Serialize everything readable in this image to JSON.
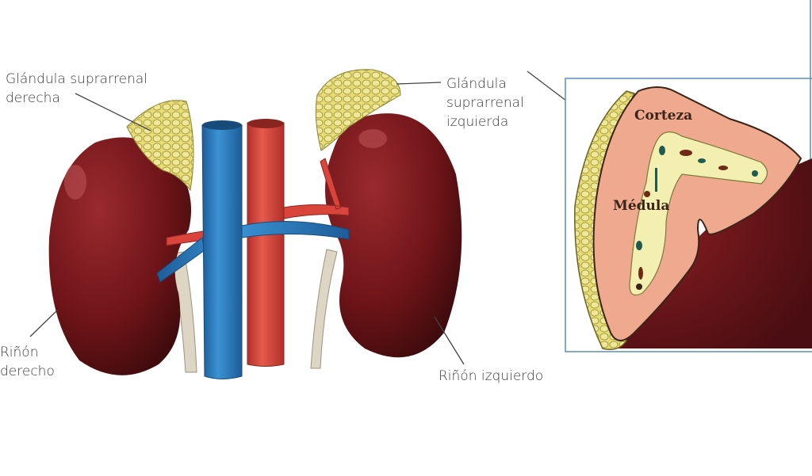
{
  "labels": {
    "right_adrenal": [
      "Glándula suprarrenal",
      "derecha"
    ],
    "left_adrenal": [
      "Glándula",
      "suprarrenal",
      "izquierda"
    ],
    "right_kidney": [
      "Riñón",
      "derecho"
    ],
    "left_kidney": "Riñón izquierdo",
    "cortex": "Corteza",
    "medulla": "Médula"
  },
  "colors": {
    "kidney": "#6e1418",
    "adrenal": "#e6dc7a",
    "vena_cava": "#2f7fc0",
    "aorta": "#d9453b",
    "ureter": "#ddd6c4",
    "cortex": "#eea98e",
    "medulla": "#f3efb0",
    "inset_border": "#5a8fb5"
  }
}
